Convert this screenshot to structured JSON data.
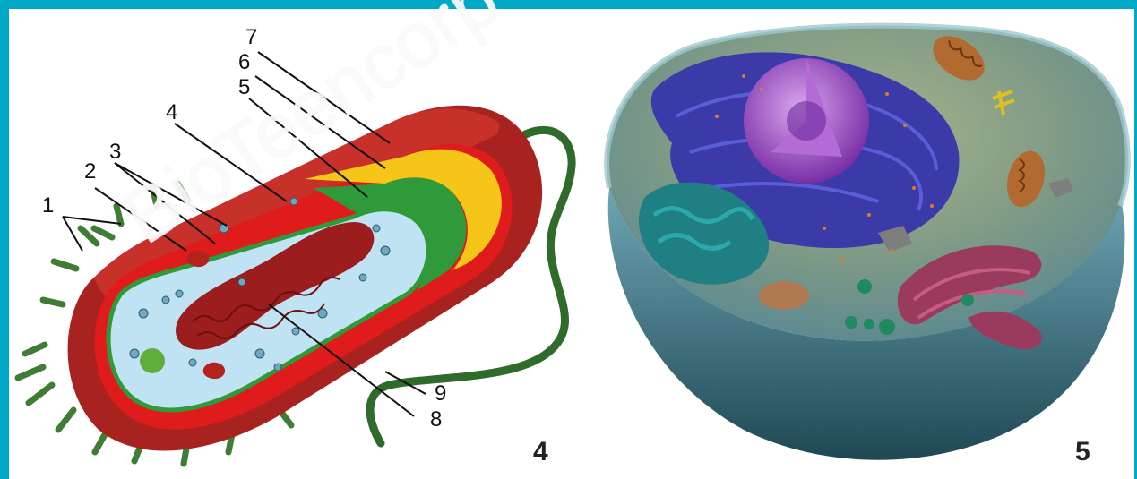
{
  "figure": {
    "bacterium_panel": {
      "panel_number": "4",
      "callouts": [
        "1",
        "2",
        "3",
        "4",
        "5",
        "6",
        "7",
        "8",
        "9"
      ]
    },
    "animal_cell_panel": {
      "panel_number": "5"
    },
    "watermark": "BioTeencorp",
    "colors": {
      "frame": "#00a8c8",
      "capsule": "#a8231f",
      "cell_wall": "#e01b1b",
      "outer_membrane": "#f5c518",
      "plasma_membrane": "#2e9a3a",
      "cytoplasm": "#bfe3f2",
      "nucleoid": "#9b1d1d",
      "flagellum": "#2f6b2a"
    }
  }
}
